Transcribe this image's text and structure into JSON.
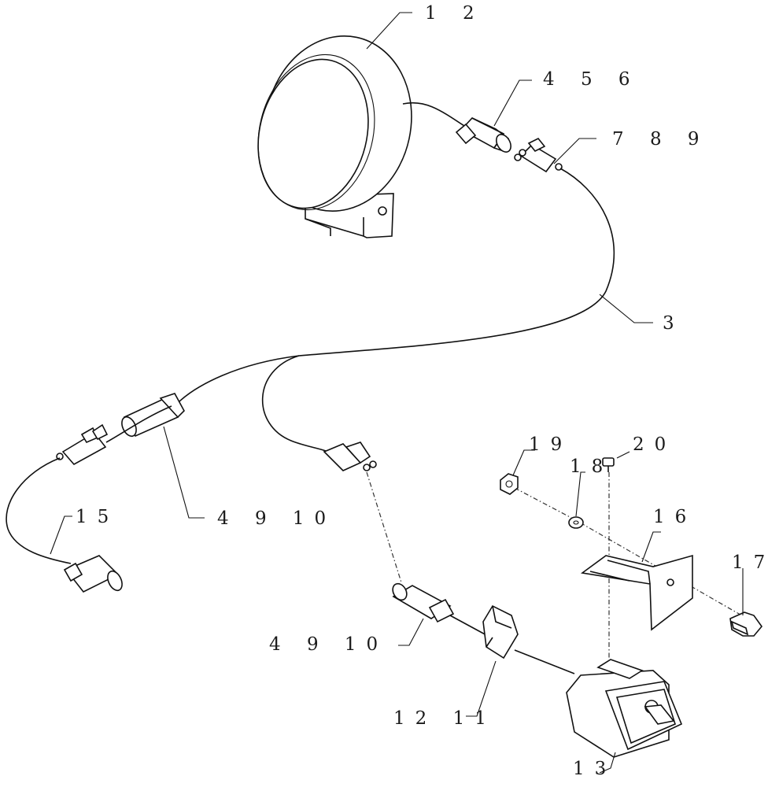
{
  "callouts": {
    "c1": "1 2",
    "c2": "4 5 6",
    "c3": "7 8 9",
    "c4": "3",
    "c5": "4 9 10",
    "c6": "15",
    "c7": "19",
    "c8": "20",
    "c9": "18",
    "c10": "16",
    "c11": "17",
    "c12": "4 9 10",
    "c13": "12 11",
    "c14": "13"
  },
  "colors": {
    "line": "#111111",
    "background": "#ffffff"
  }
}
